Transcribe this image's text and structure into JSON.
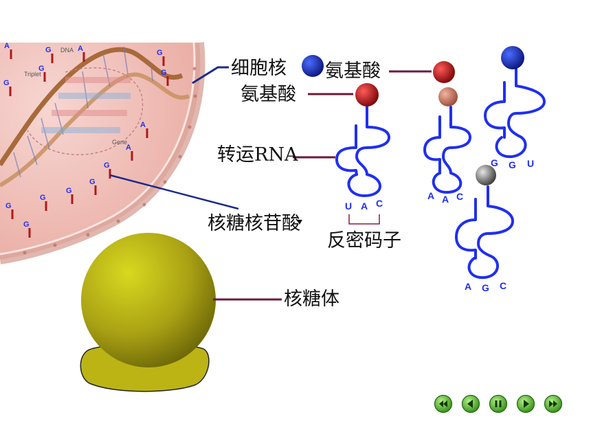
{
  "labels": {
    "nucleus": "细胞核",
    "amino_acid_1": "氨基酸",
    "amino_acid_2": "氨基酸",
    "trna": "转运RNA",
    "nucleotide": "核糖核苷酸",
    "anticodon": "反密码子",
    "ribosome": "核糖体"
  },
  "trna_molecules": [
    {
      "anticodon": [
        "U",
        "A",
        "C"
      ],
      "amino_acid_color": "#b01818"
    },
    {
      "anticodon": [
        "A",
        "A",
        "C"
      ],
      "amino_acid_color": "#c8705a"
    },
    {
      "anticodon": [
        "G",
        "G",
        "U"
      ],
      "amino_acid_color": "#1a2fa8"
    },
    {
      "anticodon": [
        "A",
        "G",
        "C"
      ],
      "amino_acid_color": "#8a8a8a"
    }
  ],
  "nucleotides": {
    "letters": [
      "A",
      "G",
      "A",
      "G",
      "G",
      "G",
      "G",
      "A",
      "A",
      "G",
      "G",
      "G",
      "G",
      "G",
      "G"
    ],
    "dna_labels": [
      "DNA",
      "Triplet",
      "Gene"
    ]
  },
  "controls": [
    "first-slide",
    "previous-slide",
    "pause",
    "next-slide",
    "last-slide"
  ],
  "colors": {
    "trna": "#1f2ff0",
    "nucleus": "#f2c6c0",
    "ribosome": "#b8b316",
    "leader_line": "#6a1a3a",
    "nav_button": "#44b82a"
  }
}
